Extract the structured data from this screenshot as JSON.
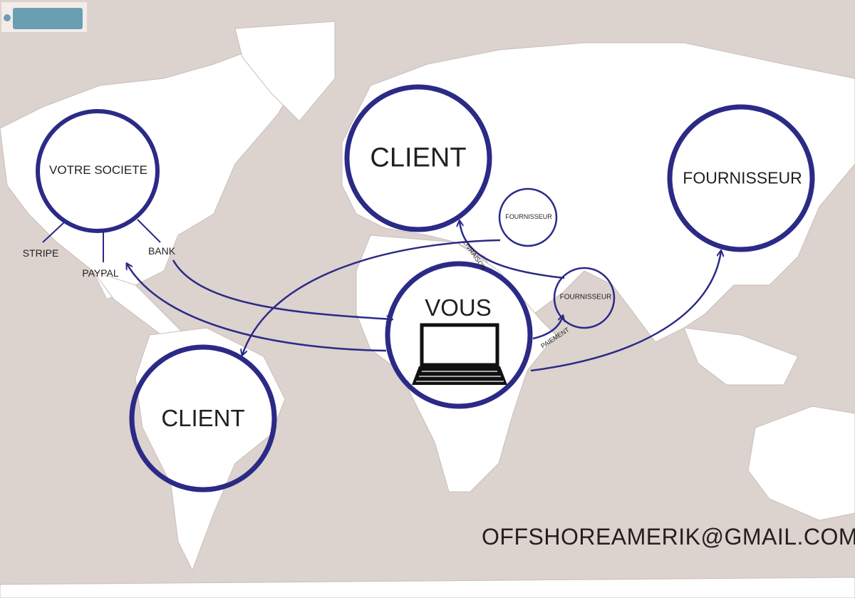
{
  "colors": {
    "ocean": "#dcd2ce",
    "land": "#ffffff",
    "accent": "#2b2a86",
    "text": "#231f20",
    "logo": "#6a9fb3"
  },
  "nodes": {
    "votre_societe": "VOTRE SOCIETE",
    "client_europe": "CLIENT",
    "fournisseur_asia": "FOURNISSEUR",
    "fournisseur_small_1": "FOURNISSEUR",
    "fournisseur_small_2": "FOURNISSEUR",
    "vous": "VOUS",
    "client_south_america": "CLIENT"
  },
  "payment_methods": [
    "STRIPE",
    "PAYPAL",
    "BANK"
  ],
  "edge_labels": {
    "livraison": "LIVRAISON",
    "paiement": "PAIEMENT"
  },
  "contact_email": "OFFSHOREAMERIK@GMAIL.COM",
  "icons": {
    "laptop": "laptop-icon",
    "logo": "company-logo"
  }
}
